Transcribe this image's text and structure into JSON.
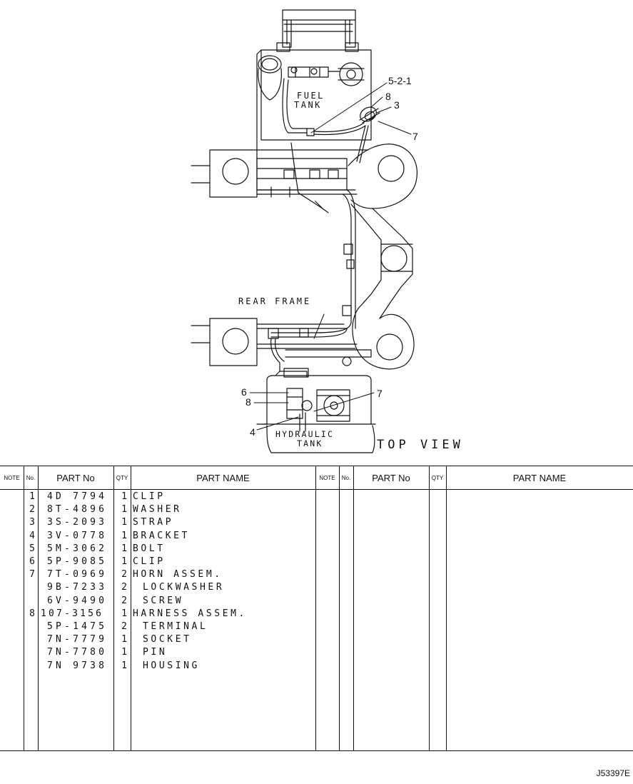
{
  "diagram": {
    "labels": {
      "fuel_tank_line1": "FUEL",
      "fuel_tank_line2": "TANK",
      "rear_frame": "REAR FRAME",
      "hydraulic_tank_line1": "HYDRAULIC",
      "hydraulic_tank_line2": "TANK",
      "top_view": "TOP VIEW"
    },
    "callouts": {
      "c521": "5-2-1",
      "c8a": "8",
      "c3": "3",
      "c7a": "7",
      "c6": "6",
      "c8b": "8",
      "c4": "4",
      "c7b": "7"
    }
  },
  "table": {
    "headers": {
      "note": "NOTE",
      "no": "No.",
      "part_no": "PART No",
      "qty": "QTY",
      "part_name": "PART NAME"
    },
    "rows": [
      {
        "note": "",
        "no": "1",
        "part_no": "4D 7794",
        "qty": "1",
        "name": "CLIP",
        "indent": false
      },
      {
        "note": "",
        "no": "2",
        "part_no": "8T-4896",
        "qty": "1",
        "name": "WASHER",
        "indent": false
      },
      {
        "note": "",
        "no": "3",
        "part_no": "3S-2093",
        "qty": "1",
        "name": "STRAP",
        "indent": false
      },
      {
        "note": "",
        "no": "4",
        "part_no": "3V-0778",
        "qty": "1",
        "name": "BRACKET",
        "indent": false
      },
      {
        "note": "",
        "no": "5",
        "part_no": "5M-3062",
        "qty": "1",
        "name": "BOLT",
        "indent": false
      },
      {
        "note": "",
        "no": "6",
        "part_no": "5P-9085",
        "qty": "1",
        "name": "CLIP",
        "indent": false
      },
      {
        "note": "",
        "no": "7",
        "part_no": "7T-0969",
        "qty": "2",
        "name": "HORN ASSEM.",
        "indent": false
      },
      {
        "note": "",
        "no": "",
        "part_no": "9B-7233",
        "qty": "2",
        "name": "LOCKWASHER",
        "indent": true
      },
      {
        "note": "",
        "no": "",
        "part_no": "6V-9490",
        "qty": "2",
        "name": "SCREW",
        "indent": true
      },
      {
        "note": "",
        "no": "8",
        "part_no": "107-3156",
        "qty": "1",
        "name": "HARNESS ASSEM.",
        "indent": false
      },
      {
        "note": "",
        "no": "",
        "part_no": "5P-1475",
        "qty": "2",
        "name": "TERMINAL",
        "indent": true
      },
      {
        "note": "",
        "no": "",
        "part_no": "7N-7779",
        "qty": "1",
        "name": "SOCKET",
        "indent": true
      },
      {
        "note": "",
        "no": "",
        "part_no": "7N-7780",
        "qty": "1",
        "name": "PIN",
        "indent": true
      },
      {
        "note": "",
        "no": "",
        "part_no": "7N 9738",
        "qty": "1",
        "name": "HOUSING",
        "indent": true
      }
    ]
  },
  "footer": {
    "drawing_id": "J53397E"
  }
}
